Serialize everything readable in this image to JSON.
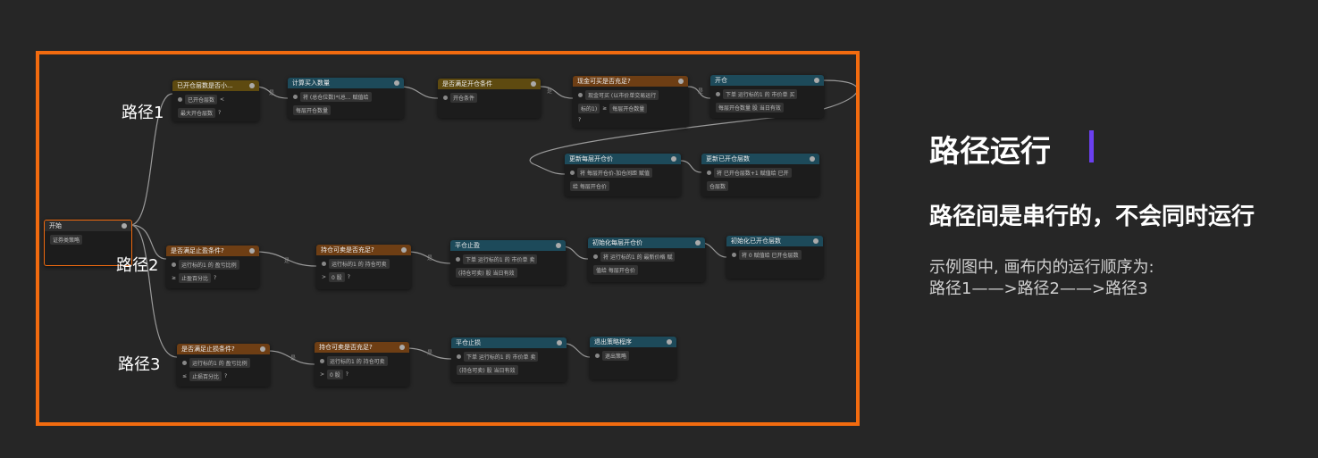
{
  "routes": {
    "r1": "路径1",
    "r2": "路径2",
    "r3": "路径3"
  },
  "panel": {
    "title": "路径运行",
    "subtitle": "路径间是串行的，不会同时运行",
    "desc_line1": "示例图中, 画布内的运行顺序为:",
    "desc_line2": "路径1——>路径2——>路径3"
  },
  "colors": {
    "frame": "#f26b0f",
    "accent_bar": "#6b3ff0",
    "header_brown": "#6e3e14",
    "header_teal": "#1d4a5a",
    "background": "#262626"
  },
  "start_node": {
    "title": "开始",
    "body": "证券类策略"
  },
  "path1": {
    "n1": {
      "title": "已开仓层数是否小...",
      "a": "已开仓层数",
      "op": "<",
      "b": "最大开仓层数",
      "q": "?"
    },
    "n2": {
      "title": "计算买入数量",
      "a": "将 (总仓位数)*(总... 赋值给",
      "b": "每层开仓数量"
    },
    "n3": {
      "title": "是否满足开仓条件",
      "a": "开仓条件"
    },
    "n4": {
      "title": "现金可买是否充足?",
      "a": "现金可买 (以市价单交易运行",
      "b": "标的1)",
      "op": "≥",
      "c": "每层开仓数量",
      "q": "?"
    },
    "n5": {
      "title": "开仓",
      "a": "下单 运行标的1 的 市价单 买",
      "b": "每层开仓数量 股 当日有效"
    },
    "n6": {
      "title": "更新每层开仓价",
      "a": "将 每层开仓价-加仓间距 赋值",
      "b": "给 每层开仓价"
    },
    "n7": {
      "title": "更新已开仓层数",
      "a": "将 已开仓层数+1 赋值给 已开",
      "b": "仓层数"
    }
  },
  "path2": {
    "n1": {
      "title": "是否满足止盈条件?",
      "a": "运行标的1 的 盈亏比例",
      "op": "≥",
      "b": "止盈百分比",
      "q": "?"
    },
    "n2": {
      "title": "持仓可卖是否充足?",
      "a": "运行标的1 的 持仓可卖",
      "op": ">",
      "b": "0 股",
      "q": "?"
    },
    "n3": {
      "title": "平仓止盈",
      "a": "下单 运行标的1 的 市价单 卖",
      "b": "(持仓可卖) 股 当日有效"
    },
    "n4": {
      "title": "初始化每层开仓价",
      "a": "将 运行标的1 的 最新价格 赋",
      "b": "值给 每层开仓价"
    },
    "n5": {
      "title": "初始化已开仓层数",
      "a": "将 0 赋值给 已开仓层数"
    }
  },
  "path3": {
    "n1": {
      "title": "是否满足止损条件?",
      "a": "运行标的1 的 盈亏比例",
      "op": "≤",
      "b": "止损百分比",
      "q": "?"
    },
    "n2": {
      "title": "持仓可卖是否充足?",
      "a": "运行标的1 的 持仓可卖",
      "op": ">",
      "b": "0 股",
      "q": "?"
    },
    "n3": {
      "title": "平仓止损",
      "a": "下单 运行标的1 的 市价单 卖",
      "b": "(持仓可卖) 股 当日有效"
    },
    "n4": {
      "title": "退出策略程序",
      "a": "退出策略"
    }
  },
  "edge_label": "是"
}
